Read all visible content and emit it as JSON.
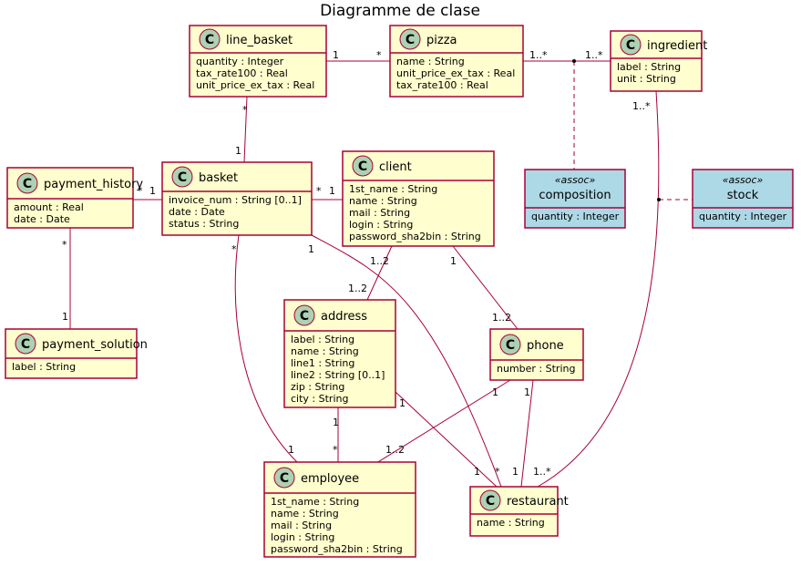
{
  "title": "Diagramme de clase",
  "colors": {
    "class_fill": "#FEFECE",
    "class_border": "#A80036",
    "assoc_fill": "#ADD8E6",
    "class_badge": "#ADD1B2",
    "line": "#A80036"
  },
  "icons": {
    "class_badge": "class-badge-icon",
    "class_letter": "C"
  },
  "classes": {
    "line_basket": {
      "name": "line_basket",
      "attrs": [
        "quantity : Integer",
        "tax_rate100 : Real",
        "unit_price_ex_tax : Real"
      ]
    },
    "pizza": {
      "name": "pizza",
      "attrs": [
        "name : String",
        "unit_price_ex_tax : Real",
        "tax_rate100 : Real"
      ]
    },
    "ingredient": {
      "name": "ingredient",
      "attrs": [
        "label : String",
        "unit : String"
      ]
    },
    "payment_history": {
      "name": "payment_history",
      "attrs": [
        "amount : Real",
        "date : Date"
      ]
    },
    "basket": {
      "name": "basket",
      "attrs": [
        "invoice_num : String [0..1]",
        "date : Date",
        "status : String"
      ]
    },
    "client": {
      "name": "client",
      "attrs": [
        "1st_name : String",
        "name : String",
        "mail : String",
        "login : String",
        "password_sha2bin : String"
      ]
    },
    "composition": {
      "stereotype": "«assoc»",
      "name": "composition",
      "attrs": [
        "quantity : Integer"
      ]
    },
    "stock": {
      "stereotype": "«assoc»",
      "name": "stock",
      "attrs": [
        "quantity : Integer"
      ]
    },
    "payment_solution": {
      "name": "payment_solution",
      "attrs": [
        "label : String"
      ]
    },
    "address": {
      "name": "address",
      "attrs": [
        "label : String",
        "name : String",
        "line1 : String",
        "line2 : String [0..1]",
        "zip : String",
        "city : String"
      ]
    },
    "phone": {
      "name": "phone",
      "attrs": [
        "number : String"
      ]
    },
    "employee": {
      "name": "employee",
      "attrs": [
        "1st_name : String",
        "name : String",
        "mail : String",
        "login : String",
        "password_sha2bin : String"
      ]
    },
    "restaurant": {
      "name": "restaurant",
      "attrs": [
        "name : String"
      ]
    }
  },
  "associations": [
    {
      "from": "line_basket",
      "to": "pizza",
      "from_mult": "1",
      "to_mult": "*"
    },
    {
      "from": "pizza",
      "to": "ingredient",
      "from_mult": "1..*",
      "to_mult": "1..*",
      "assoc_class": "composition"
    },
    {
      "from": "line_basket",
      "to": "basket",
      "from_mult": "*",
      "to_mult": "1"
    },
    {
      "from": "payment_history",
      "to": "basket",
      "from_mult": "*",
      "to_mult": "1"
    },
    {
      "from": "basket",
      "to": "client",
      "from_mult": "*",
      "to_mult": "1"
    },
    {
      "from": "ingredient",
      "to": "restaurant",
      "from_mult": "1..*",
      "to_mult": "1..*",
      "assoc_class": "stock"
    },
    {
      "from": "payment_history",
      "to": "payment_solution",
      "from_mult": "*",
      "to_mult": "1"
    },
    {
      "from": "client",
      "to": "address",
      "from_mult": "1..2",
      "to_mult": "1..2"
    },
    {
      "from": "client",
      "to": "phone",
      "from_mult": "1",
      "to_mult": "1..2"
    },
    {
      "from": "basket",
      "to": "employee",
      "from_mult": "*",
      "to_mult": "1"
    },
    {
      "from": "basket",
      "to": "restaurant",
      "from_mult": "1",
      "to_mult": "*"
    },
    {
      "from": "address",
      "to": "employee",
      "from_mult": "1",
      "to_mult": "*"
    },
    {
      "from": "address",
      "to": "restaurant",
      "from_mult": "1",
      "to_mult": "1"
    },
    {
      "from": "phone",
      "to": "employee",
      "from_mult": "1",
      "to_mult": "1..2"
    },
    {
      "from": "phone",
      "to": "restaurant",
      "from_mult": "1",
      "to_mult": "1"
    }
  ]
}
